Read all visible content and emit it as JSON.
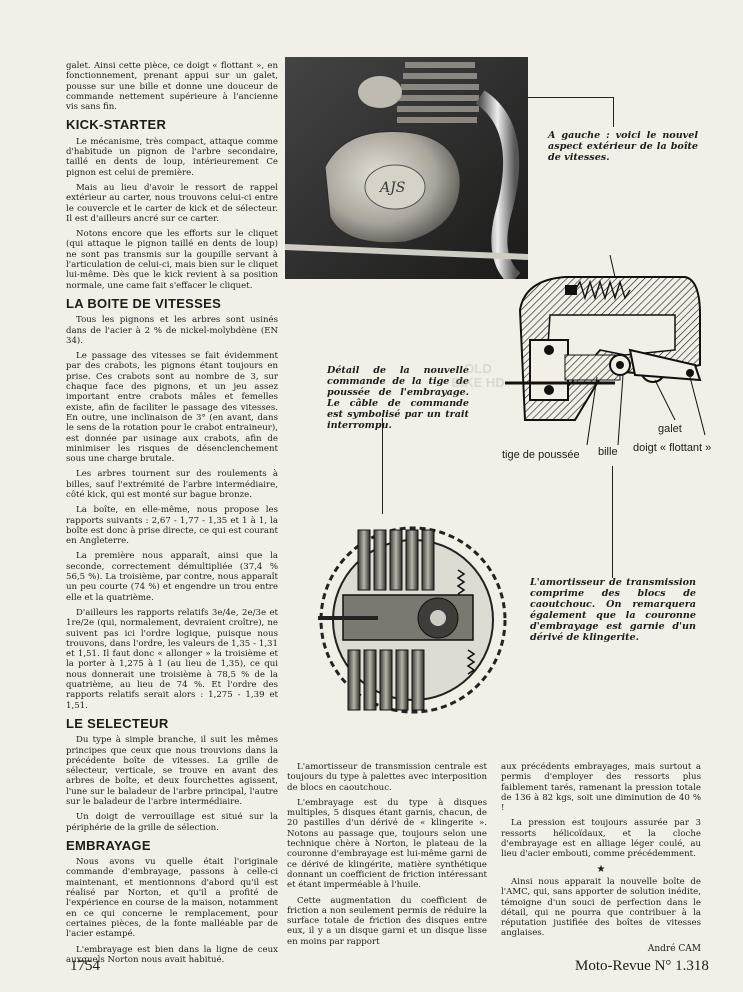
{
  "col1": {
    "intro": "galet. Ainsi cette pièce, ce doigt « flottant », en fonctionnement, prenant appui sur un galet, pousse sur une bille et donne une douceur de commande nettement supérieure à l'ancienne vis sans fin.",
    "kick_heading": "KICK-STARTER",
    "kick_p1": "Le mécanisme, très compact, attaque comme d'habitude un pignon de l'arbre secondaire, taillé en dents de loup, intérieurement Ce pignon est celui de première.",
    "kick_p2": "Mais au lieu d'avoir le ressort de rappel extérieur au carter, nous trouvons celui-ci entre le couvercle et le carter de kick et de sélecteur. Il est d'ailleurs ancré sur ce carter.",
    "kick_p3": "Notons encore que les efforts sur le cliquet (qui attaque le pignon taillé en dents de loup) ne sont pas transmis sur la goupille servant à l'articulation de celui-ci, mais bien sur le cliquet lui-même. Dès que le kick revient à sa position normale, une came fait s'effacer le cliquet.",
    "boite_heading": "LA BOITE DE VITESSES",
    "boite_p1": "Tous les pignons et les arbres sont usinés dans de l'acier à 2 % de nickel-molybdène (EN 34).",
    "boite_p2": "Le passage des vitesses se fait évidemment par des crabots, les pignons étant toujours en prise. Ces crabots sont au nombre de 3, sur chaque face des pignons, et un jeu assez important entre crabots mâles et femelles existe, afin de faciliter le passage des vitesses. En outre, une inclinaison de 3° (en avant, dans le sens de la rotation pour le crabot entraineur), est donnée par usinage aux crabots, afin de minimiser les risques de désenclenchement sous une charge brutale.",
    "boite_p3": "Les arbres tournent sur des roulements à billes, sauf l'extrémité de l'arbre intermédiaire, côté kick, qui est monté sur bague bronze.",
    "boite_p4": "La boîte, en elle-même, nous propose les rapports suivants : 2,67 - 1,77 - 1,35 et 1 à 1, la boîte est donc à prise directe, ce qui est courant en Angleterre.",
    "boite_p5": "La première nous apparaît, ainsi que la seconde, correctement démultipliée (37,4 % 56,5 %). La troisième, par contre, nous apparaît un peu courte (74 %) et engendre un trou entre elle et la quatrième.",
    "boite_p6": "D'ailleurs les rapports relatifs 3e/4e, 2e/3e et 1re/2e (qui, normalement, devraient croître), ne suivent pas ici l'ordre logique, puisque nous trouvons, dans l'ordre, les valeurs de 1,35 - 1,31 et 1,51. Il faut donc « allonger » la troisième et la porter à 1,275 à 1 (au lieu de 1,35), ce qui nous donnerait une troisième à 78,5 % de la quatrième, au lieu de 74 %. Et l'ordre des rapports relatifs serait alors : 1,275 - 1,39 et 1,51.",
    "sel_heading": "LE SELECTEUR",
    "sel_p1": "Du type à simple branche, il suit les mêmes principes que ceux que nous trouvions dans la précédente boîte de vitesses. La grille de sélecteur, verticale, se trouve en avant des arbres de boîte, et deux fourchettes agissent, l'une sur le baladeur de l'arbre principal, l'autre sur le baladeur de l'arbre intermédiaire.",
    "sel_p2": "Un doigt de verrouillage est situé sur la périphérie de la grille de sélection.",
    "emb_heading": "EMBRAYAGE",
    "emb_p1": "Nous avons vu quelle était l'originale commande d'embrayage, passons à celle-ci maintenant, et mentionnons d'abord qu'il est réalisé par Norton, et qu'il a profité de l'expérience en course de la maison, notamment en ce qui concerne le remplacement, pour certaines pièces, de la fonte malléable par de l'acier estampé.",
    "emb_p2": "L'embrayage est bien dans la ligne de ceux auxquels Norton nous avait habitué."
  },
  "col2": {
    "p1": "L'amortisseur de transmission centrale est toujours du type à palettes avec interposition de blocs en caoutchouc.",
    "p2": "L'embrayage est du type à disques multiples, 5 disques étant garnis, chacun, de 20 pastilles d'un dérivé de « klingerite ». Notons au passage que, toujours selon une technique chère à Norton, le plateau de la couronne d'embrayage est lui-même garni de ce dérivé de klingérite, matière synthétique donnant un coefficient de friction intéressant et étant imperméable à l'huile.",
    "p3": "Cette augmentation du coefficient de friction a non seulement permis de réduire la surface totale de friction des disques entre eux, il y a un disque garni et un disque lisse en moins par rapport"
  },
  "col3": {
    "p1": "aux précédents embrayages, mais surtout a permis d'employer des ressorts plus faiblement tarés, ramenant la pression totale de 136 à 82 kgs, soit une diminution de 40 % !",
    "p2": "La pression est toujours assurée par 3 ressorts hélicoïdaux, et la cloche d'embrayage est en alliage léger coulé, au lieu d'acier embouti, comme précédemment.",
    "star": "★",
    "p3": "Ainsi nous apparait la nouvelle boîte de l'AMC, qui, sans apporter de solution inédite, témoigne d'un souci de perfection dans le détail, qui ne pourra que contribuer à la réputation justifiée des boîtes de vitesses anglaises.",
    "author": "André CAM"
  },
  "captions": {
    "photo": "A gauche : voici le nouvel aspect extérieur de la boîte de vitesses.",
    "detail": "Détail de la nouvelle commande de la tige de poussée de l'embrayage. Le câble de commande est symbolisé par un trait interrompu.",
    "amortisseur": "L'amortisseur de transmission comprime des blocs de caoutchouc. On remarquera également que la couronne d'embrayage est garnie d'un dérivé de klingerite."
  },
  "diagram_labels": {
    "galet": "galet",
    "doigt": "doigt « flottant »",
    "tige": "tige de poussée",
    "bille": "bille"
  },
  "watermark": "OLD BIKE HD",
  "footer": {
    "page": "1754",
    "magazine": "Moto-Revue N° 1.318"
  }
}
